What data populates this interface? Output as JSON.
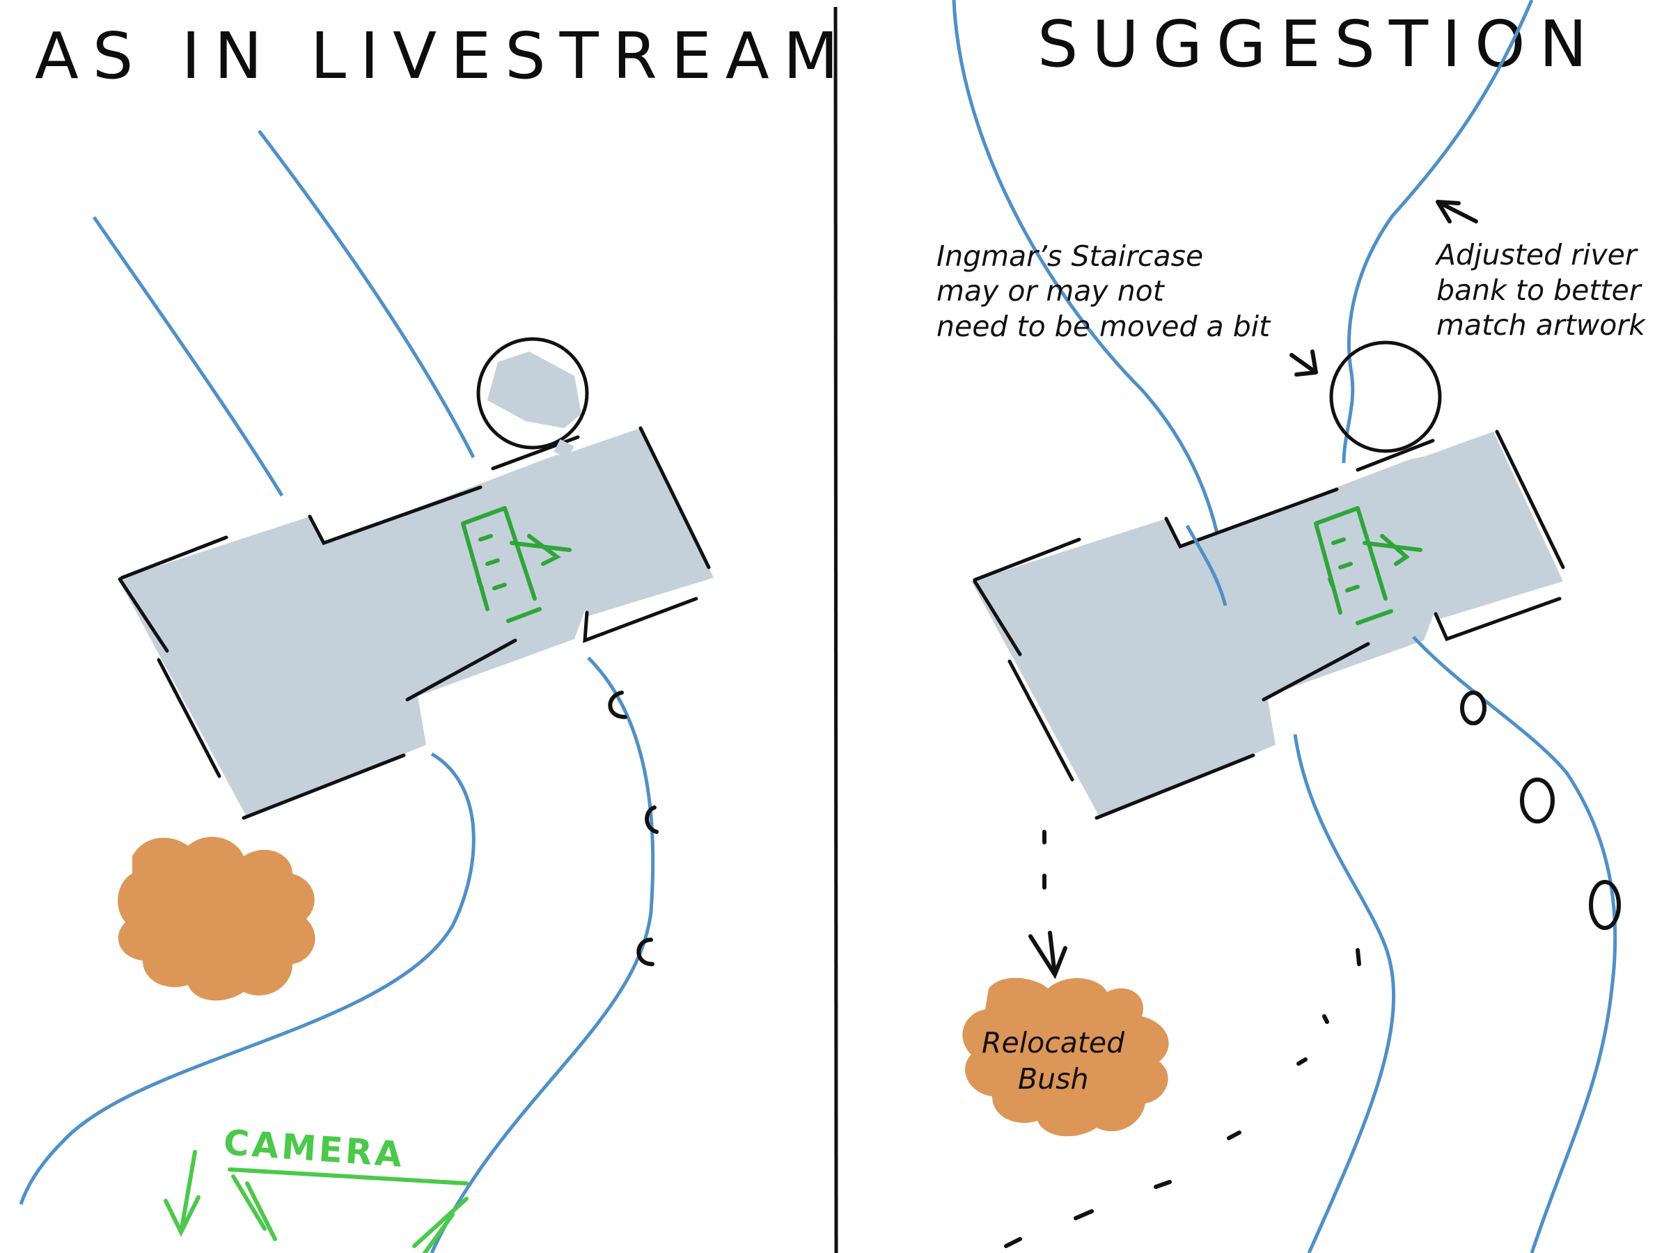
{
  "panels": {
    "left": {
      "title": "AS IN LIVESTREAM",
      "camera_label": "CAMERA"
    },
    "right": {
      "title": "SUGGESTION",
      "notes": {
        "staircase": [
          "Ingmar’s Staircase",
          "may or may not",
          "need to be moved a bit"
        ],
        "river": [
          "Adjusted river",
          "bank to better",
          "match artwork"
        ],
        "bush": [
          "Relocated",
          "Bush"
        ]
      }
    }
  },
  "colors": {
    "river": "#4f90c7",
    "building": "#c5d1da",
    "bush": "#dc9658",
    "staircase": "#2fa63a",
    "camera": "#4ac94a",
    "ink": "#111111"
  },
  "icons": {
    "camera": "camera-view-cone",
    "staircase": "staircase-symbol",
    "bush": "bush-blob"
  }
}
